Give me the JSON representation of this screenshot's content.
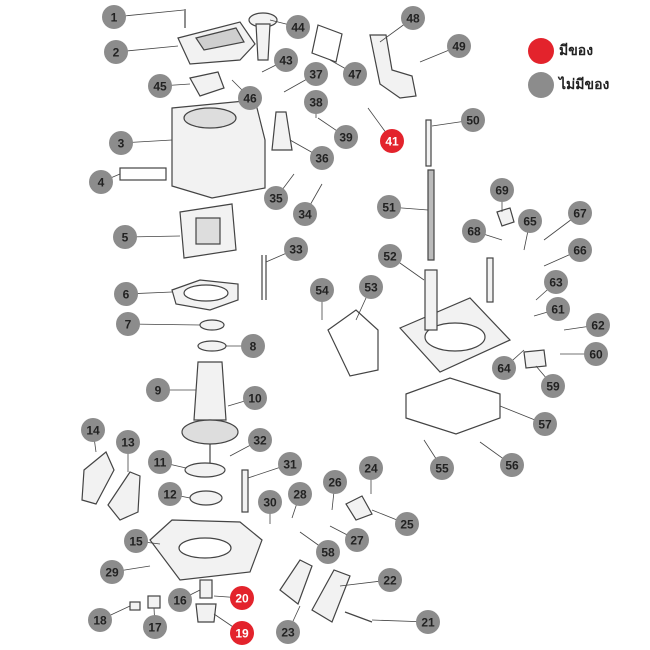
{
  "legend": {
    "in_stock": {
      "label": "มีของ",
      "color": "#e3232c"
    },
    "out_of_stock": {
      "label": "ไม่มีของ",
      "color": "#8c8c8c"
    }
  },
  "colors": {
    "available": "#e3232c",
    "unavailable": "#8c8c8c",
    "line": "#444444",
    "part": "#f2f2f2"
  },
  "callouts": [
    {
      "n": "1",
      "available": false
    },
    {
      "n": "2",
      "available": false
    },
    {
      "n": "3",
      "available": false
    },
    {
      "n": "4",
      "available": false
    },
    {
      "n": "5",
      "available": false
    },
    {
      "n": "6",
      "available": false
    },
    {
      "n": "7",
      "available": false
    },
    {
      "n": "8",
      "available": false
    },
    {
      "n": "9",
      "available": false
    },
    {
      "n": "10",
      "available": false
    },
    {
      "n": "11",
      "available": false
    },
    {
      "n": "12",
      "available": false
    },
    {
      "n": "13",
      "available": false
    },
    {
      "n": "14",
      "available": false
    },
    {
      "n": "15",
      "available": false
    },
    {
      "n": "16",
      "available": false
    },
    {
      "n": "17",
      "available": false
    },
    {
      "n": "18",
      "available": false
    },
    {
      "n": "19",
      "available": true
    },
    {
      "n": "20",
      "available": true
    },
    {
      "n": "21",
      "available": false
    },
    {
      "n": "22",
      "available": false
    },
    {
      "n": "23",
      "available": false
    },
    {
      "n": "24",
      "available": false
    },
    {
      "n": "25",
      "available": false
    },
    {
      "n": "26",
      "available": false
    },
    {
      "n": "27",
      "available": false
    },
    {
      "n": "28",
      "available": false
    },
    {
      "n": "29",
      "available": false
    },
    {
      "n": "30",
      "available": false
    },
    {
      "n": "31",
      "available": false
    },
    {
      "n": "32",
      "available": false
    },
    {
      "n": "33",
      "available": false
    },
    {
      "n": "34",
      "available": false
    },
    {
      "n": "35",
      "available": false
    },
    {
      "n": "36",
      "available": false
    },
    {
      "n": "37",
      "available": false
    },
    {
      "n": "38",
      "available": false
    },
    {
      "n": "39",
      "available": false
    },
    {
      "n": "41",
      "available": true
    },
    {
      "n": "43",
      "available": false
    },
    {
      "n": "44",
      "available": false
    },
    {
      "n": "45",
      "available": false
    },
    {
      "n": "46",
      "available": false
    },
    {
      "n": "47",
      "available": false
    },
    {
      "n": "48",
      "available": false
    },
    {
      "n": "49",
      "available": false
    },
    {
      "n": "50",
      "available": false
    },
    {
      "n": "51",
      "available": false
    },
    {
      "n": "52",
      "available": false
    },
    {
      "n": "53",
      "available": false
    },
    {
      "n": "54",
      "available": false
    },
    {
      "n": "55",
      "available": false
    },
    {
      "n": "56",
      "available": false
    },
    {
      "n": "57",
      "available": false
    },
    {
      "n": "59",
      "available": false
    },
    {
      "n": "60",
      "available": false
    },
    {
      "n": "61",
      "available": false
    },
    {
      "n": "62",
      "available": false
    },
    {
      "n": "63",
      "available": false
    },
    {
      "n": "64",
      "available": false
    },
    {
      "n": "65",
      "available": false
    },
    {
      "n": "66",
      "available": false
    },
    {
      "n": "67",
      "available": false
    },
    {
      "n": "68",
      "available": false
    },
    {
      "n": "69",
      "available": false
    },
    {
      "n": "58",
      "available": false
    }
  ]
}
